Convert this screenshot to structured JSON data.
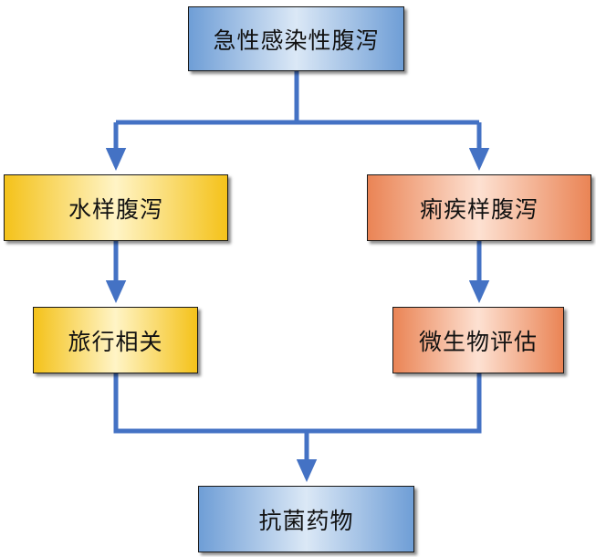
{
  "nodes": {
    "top": "急性感染性腹泻",
    "watery": "水样腹泻",
    "dysentery": "痢疾样腹泻",
    "travel": "旅行相关",
    "micro": "微生物评估",
    "antibiotics": "抗菌药物"
  },
  "colors": {
    "connector": "#4472c4",
    "blue_node": "#6f9ed6",
    "yellow_node": "#f4c21a",
    "orange_node": "#ea8455"
  }
}
